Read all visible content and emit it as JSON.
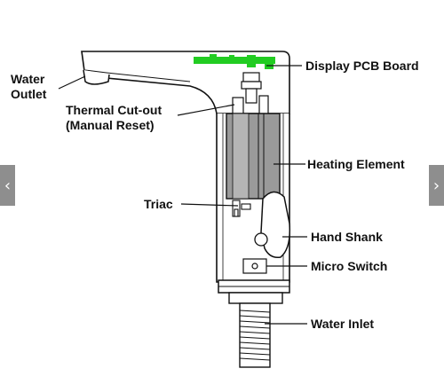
{
  "labels": {
    "water_outlet_line1": "Water",
    "water_outlet_line2": "Outlet",
    "display_pcb": "Display PCB Board",
    "thermal_cutout_line1": "Thermal Cut-out",
    "thermal_cutout_line2": "(Manual Reset)",
    "heating_element": "Heating Element",
    "triac": "Triac",
    "hand_shank": "Hand Shank",
    "micro_switch": "Micro Switch",
    "water_inlet": "Water Inlet"
  },
  "nav": {
    "prev_glyph": "‹",
    "next_glyph": "›"
  },
  "colors": {
    "pcb_green": "#22cc22",
    "line": "#111111",
    "element_fill": "#9a9a9a",
    "nav_bg": "#8e8e8e"
  }
}
